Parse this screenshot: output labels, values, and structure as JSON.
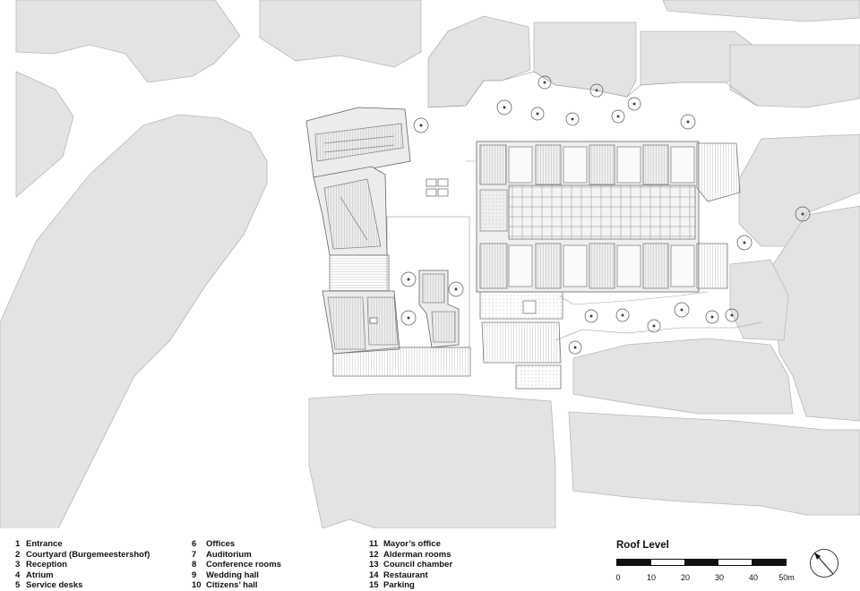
{
  "legend": {
    "items": [
      {
        "num": "1",
        "label": "Entrance"
      },
      {
        "num": "2",
        "label": "Courtyard (Burgemeestershof)"
      },
      {
        "num": "3",
        "label": "Reception"
      },
      {
        "num": "4",
        "label": "Atrium"
      },
      {
        "num": "5",
        "label": "Service desks"
      },
      {
        "num": "6",
        "label": "Offices"
      },
      {
        "num": "7",
        "label": "Auditorium"
      },
      {
        "num": "8",
        "label": "Conference rooms"
      },
      {
        "num": "9",
        "label": "Wedding hall"
      },
      {
        "num": "10",
        "label": "Citizens’ hall"
      },
      {
        "num": "11",
        "label": "Mayor’s office"
      },
      {
        "num": "12",
        "label": "Alderman rooms"
      },
      {
        "num": "13",
        "label": "Council chamber"
      },
      {
        "num": "14",
        "label": "Restaurant"
      },
      {
        "num": "15",
        "label": "Parking"
      }
    ]
  },
  "scale": {
    "title": "Roof Level",
    "ticks": [
      "0",
      "10",
      "20",
      "30",
      "40",
      "50m"
    ]
  },
  "colors": {
    "building_fill": "#e3e3e3",
    "building_stroke": "#b5b5b5",
    "roof_line": "#8a8a8a",
    "scale_dark": "#111111"
  },
  "icons": {
    "north": "north-arrow-icon",
    "tree": "tree-icon"
  }
}
